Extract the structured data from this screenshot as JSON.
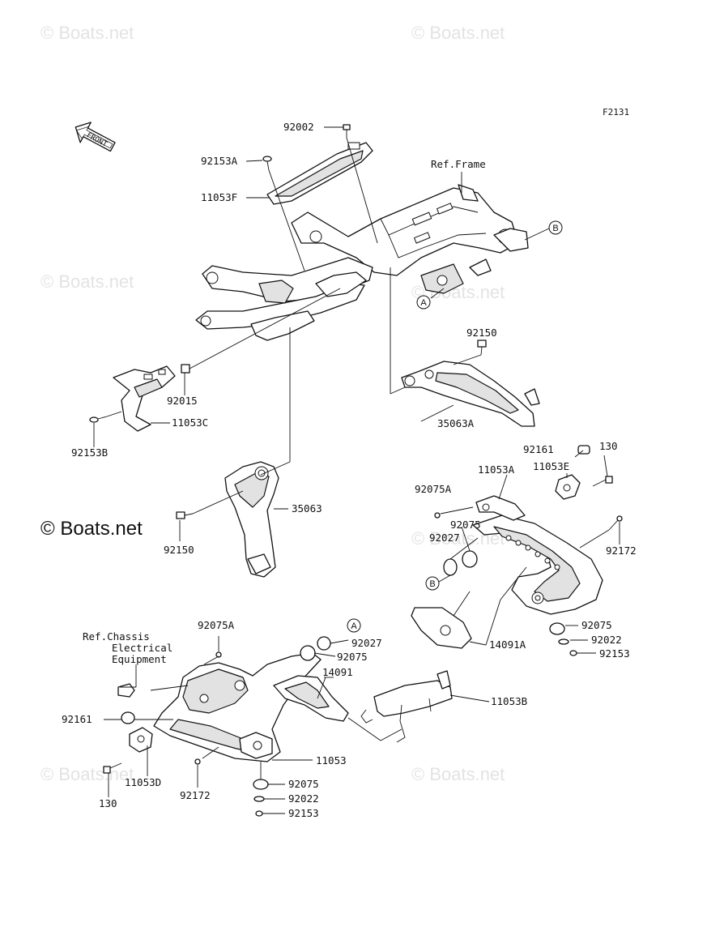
{
  "watermark": "© Boats.net",
  "watermark_dark": "© Boats.net",
  "figure_code": "F2131",
  "front_label": "FRONT",
  "ref_frame": "Ref.Frame",
  "ref_chassis": [
    "Ref.Chassis",
    "Electrical",
    "Equipment"
  ],
  "callouts": {
    "a": "A",
    "b": "B"
  },
  "parts": {
    "p92002": "92002",
    "p92153A": "92153A",
    "p11053F": "11053F",
    "p92150_top": "92150",
    "p92015": "92015",
    "p11053C": "11053C",
    "p92153B": "92153B",
    "p35063A": "35063A",
    "p35063": "35063",
    "p92150_left": "92150",
    "p92161_r": "92161",
    "p130_r": "130",
    "p11053A": "11053A",
    "p11053E": "11053E",
    "p92075A_r": "92075A",
    "p92075_r1": "92075",
    "p92027_r": "92027",
    "p92172_r": "92172",
    "p14091A": "14091A",
    "p92075_r2": "92075",
    "p92022_r": "92022",
    "p92153_r": "92153",
    "p92075A_l": "92075A",
    "p92027_l": "92027",
    "p92075_l1": "92075",
    "p14091": "14091",
    "p11053B": "11053B",
    "p92161_l": "92161",
    "p11053D": "11053D",
    "p130_l": "130",
    "p92172_l": "92172",
    "p11053": "11053",
    "p92075_l2": "92075",
    "p92022_l": "92022",
    "p92153_l": "92153"
  }
}
